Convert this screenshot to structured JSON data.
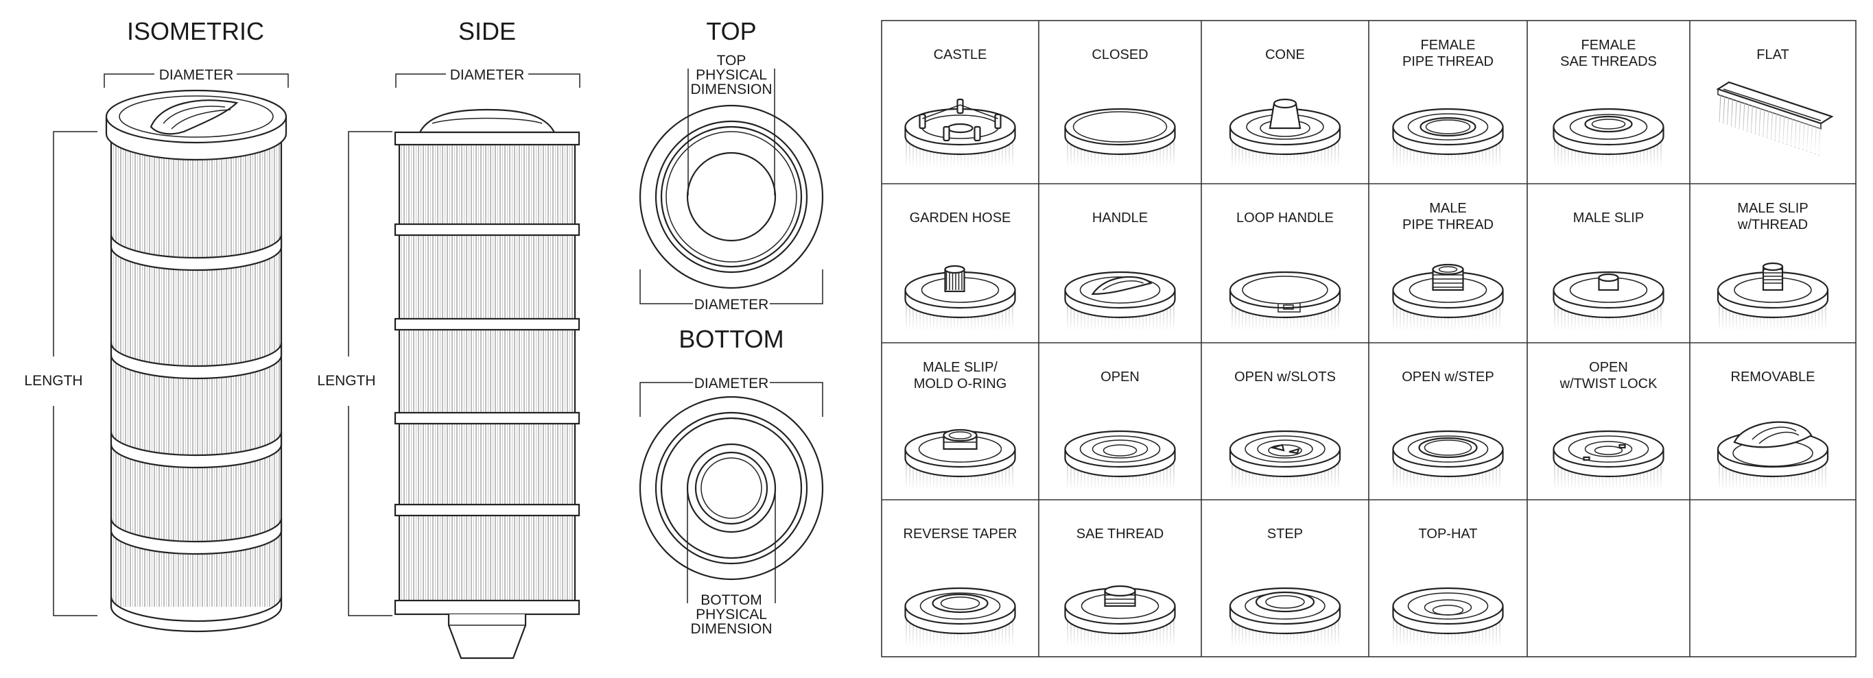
{
  "views": {
    "isometric": {
      "title": "ISOMETRIC",
      "diameter_label": "DIAMETER",
      "length_label": "LENGTH"
    },
    "side": {
      "title": "SIDE",
      "diameter_label": "DIAMETER",
      "length_label": "LENGTH"
    },
    "top": {
      "title": "TOP",
      "physical_label": [
        "TOP",
        "PHYSICAL",
        "DIMENSION"
      ],
      "diameter_label": "DIAMETER"
    },
    "bottom": {
      "title": "BOTTOM",
      "diameter_label": "DIAMETER",
      "physical_label": [
        "BOTTOM",
        "PHYSICAL",
        "DIMENSION"
      ]
    }
  },
  "end_types": [
    {
      "lines": [
        "CASTLE"
      ],
      "icon": "castle-end-icon"
    },
    {
      "lines": [
        "CLOSED"
      ],
      "icon": "closed-end-icon"
    },
    {
      "lines": [
        "CONE"
      ],
      "icon": "cone-end-icon"
    },
    {
      "lines": [
        "FEMALE",
        "PIPE THREAD"
      ],
      "icon": "female-pipe-thread-end-icon"
    },
    {
      "lines": [
        "FEMALE",
        "SAE THREADS"
      ],
      "icon": "female-sae-threads-end-icon"
    },
    {
      "lines": [
        "FLAT"
      ],
      "icon": "flat-end-icon"
    },
    {
      "lines": [
        "GARDEN HOSE"
      ],
      "icon": "garden-hose-end-icon"
    },
    {
      "lines": [
        "HANDLE"
      ],
      "icon": "handle-end-icon"
    },
    {
      "lines": [
        "LOOP HANDLE"
      ],
      "icon": "loop-handle-end-icon"
    },
    {
      "lines": [
        "MALE",
        "PIPE THREAD"
      ],
      "icon": "male-pipe-thread-end-icon"
    },
    {
      "lines": [
        "MALE SLIP"
      ],
      "icon": "male-slip-end-icon"
    },
    {
      "lines": [
        "MALE SLIP",
        "w/THREAD"
      ],
      "icon": "male-slip-thread-end-icon"
    },
    {
      "lines": [
        "MALE SLIP/",
        "MOLD O-RING"
      ],
      "icon": "male-slip-o-ring-end-icon"
    },
    {
      "lines": [
        "OPEN"
      ],
      "icon": "open-end-icon"
    },
    {
      "lines": [
        "OPEN w/SLOTS"
      ],
      "icon": "open-slots-end-icon"
    },
    {
      "lines": [
        "OPEN w/STEP"
      ],
      "icon": "open-step-end-icon"
    },
    {
      "lines": [
        "OPEN",
        "w/TWIST LOCK"
      ],
      "icon": "open-twist-lock-end-icon"
    },
    {
      "lines": [
        "REMOVABLE"
      ],
      "icon": "removable-end-icon"
    },
    {
      "lines": [
        "REVERSE TAPER"
      ],
      "icon": "reverse-taper-end-icon"
    },
    {
      "lines": [
        "SAE THREAD"
      ],
      "icon": "sae-thread-end-icon"
    },
    {
      "lines": [
        "STEP"
      ],
      "icon": "step-end-icon"
    },
    {
      "lines": [
        "TOP-HAT"
      ],
      "icon": "top-hat-end-icon"
    }
  ]
}
